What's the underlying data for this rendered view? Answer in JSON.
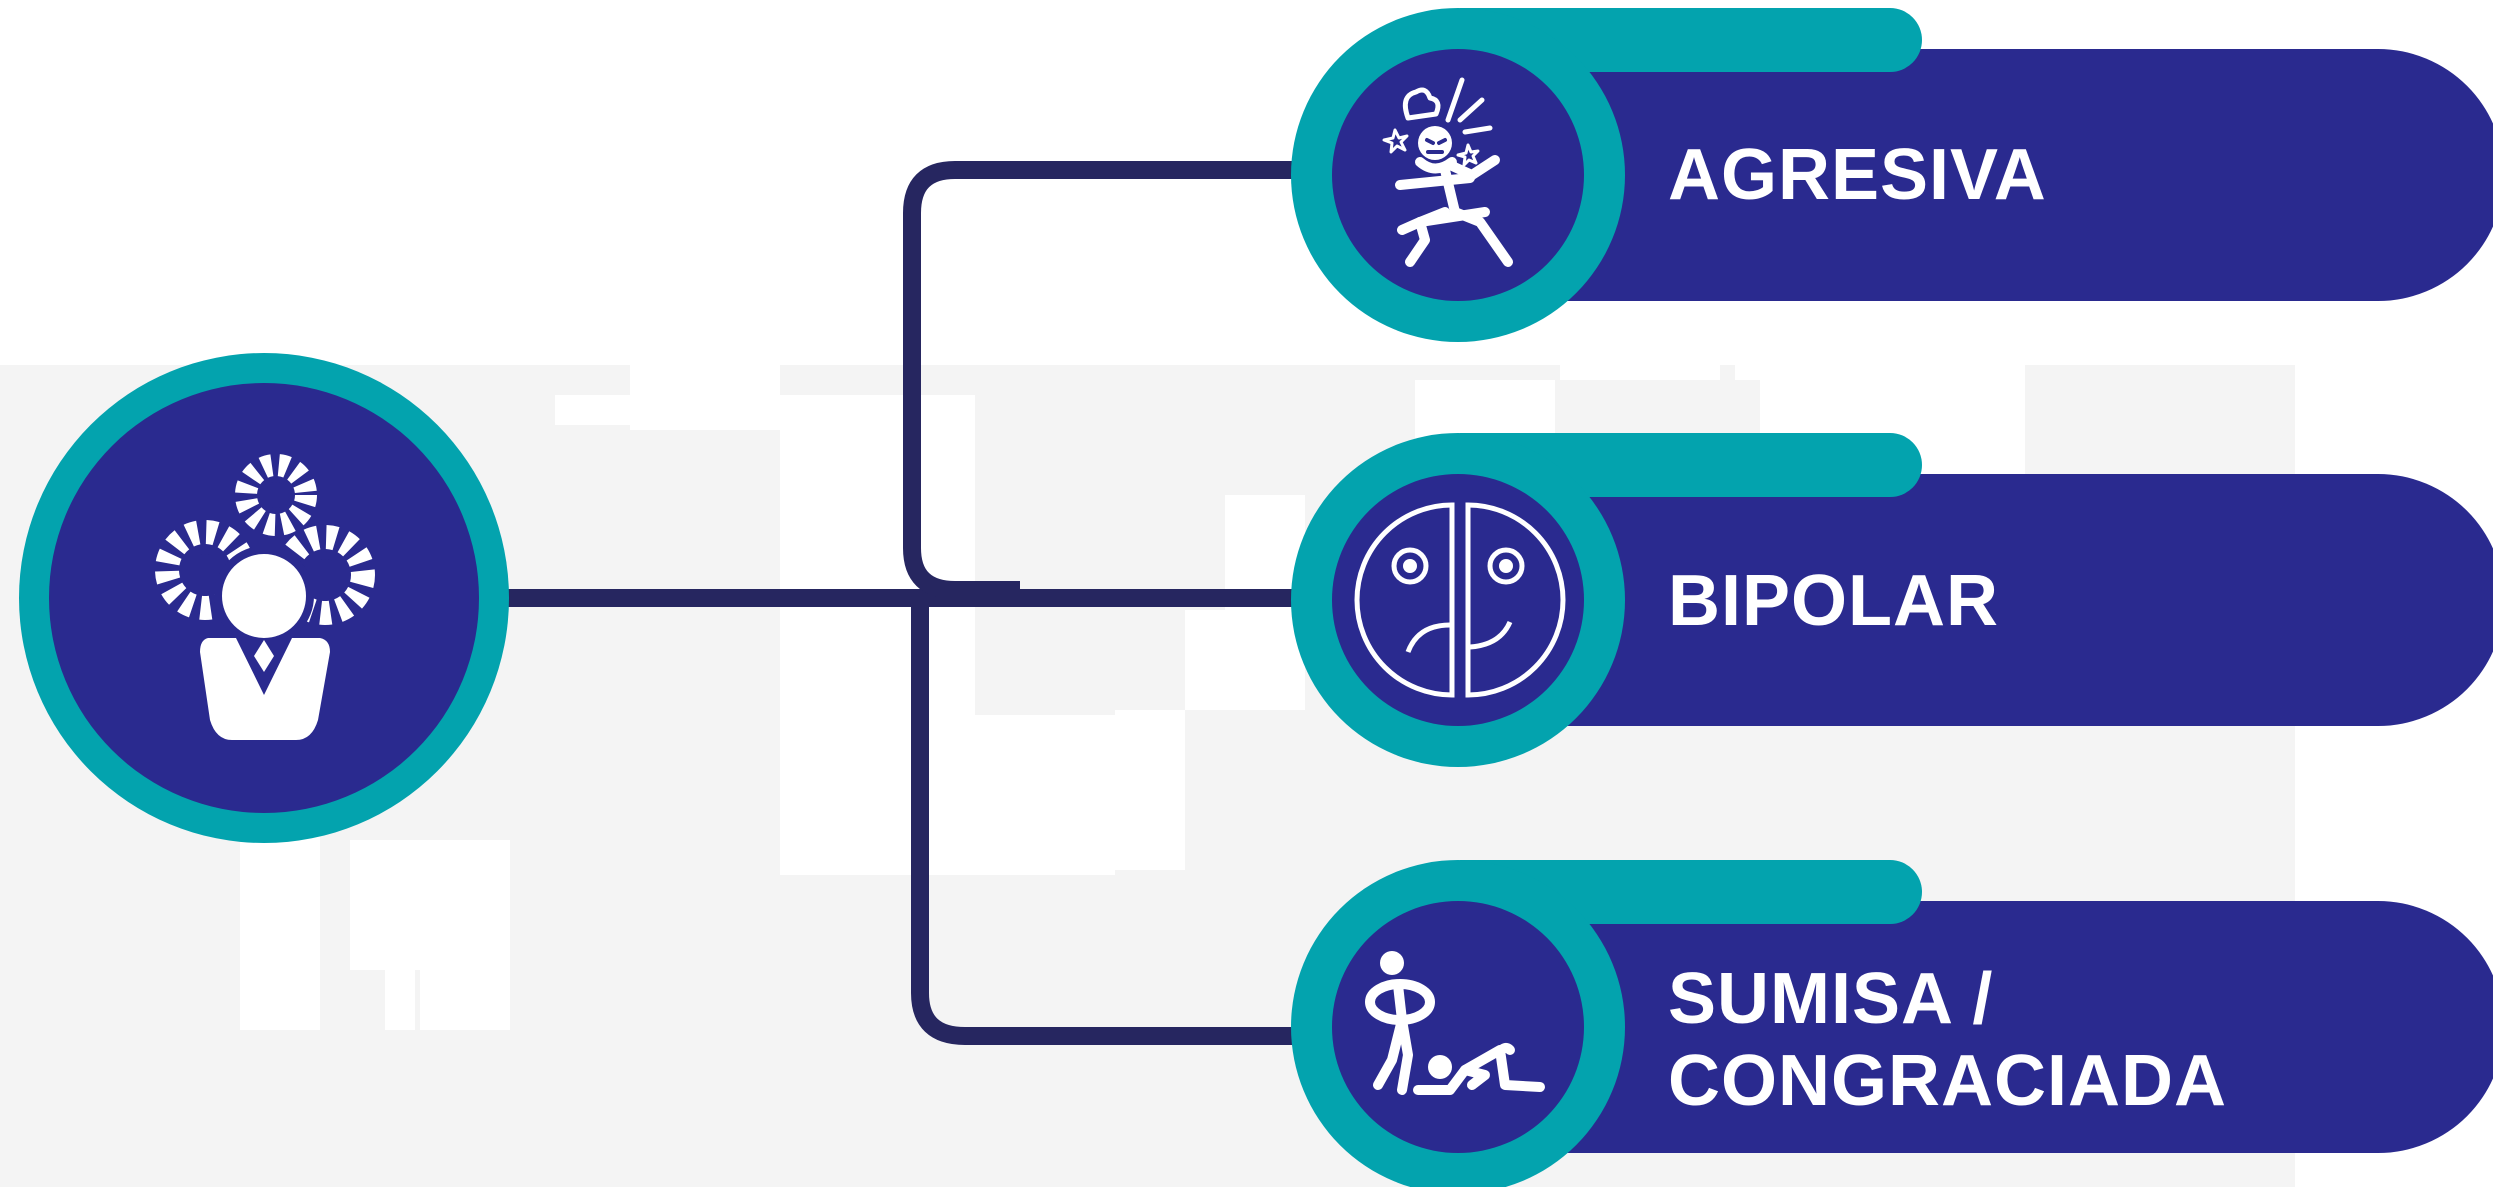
{
  "colors": {
    "background": "#f4f4f4",
    "skyline": "#ffffff",
    "navy": "#2a2a8f",
    "teal": "#03a3ae",
    "connector": "#262660",
    "icon": "#ffffff"
  },
  "root": {
    "icon": "businessman-gears-icon"
  },
  "branches": [
    {
      "label_lines": [
        "AGRESIVA"
      ],
      "icon": "angry-person-icon"
    },
    {
      "label_lines": [
        "BIPOLAR"
      ],
      "icon": "two-face-icon"
    },
    {
      "label_lines": [
        "SUMISA /",
        "CONGRACIADA"
      ],
      "icon": "kneeling-person-icon"
    }
  ]
}
